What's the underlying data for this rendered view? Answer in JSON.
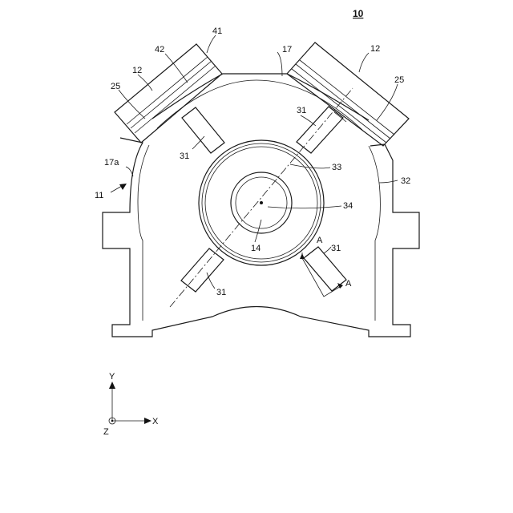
{
  "figure": {
    "number": "10"
  },
  "labels": {
    "l41": "41",
    "l42": "42",
    "l17": "17",
    "l12a": "12",
    "l12b": "12",
    "l25a": "25",
    "l25b": "25",
    "l31a": "31",
    "l31b": "31",
    "l31c": "31",
    "l31d": "31",
    "l33": "33",
    "l17a": "17a",
    "l32": "32",
    "l11": "11",
    "l34": "34",
    "l14": "14",
    "lA1": "A",
    "lA2": "A"
  },
  "axes": {
    "x": "X",
    "y": "Y",
    "z": "Z"
  }
}
